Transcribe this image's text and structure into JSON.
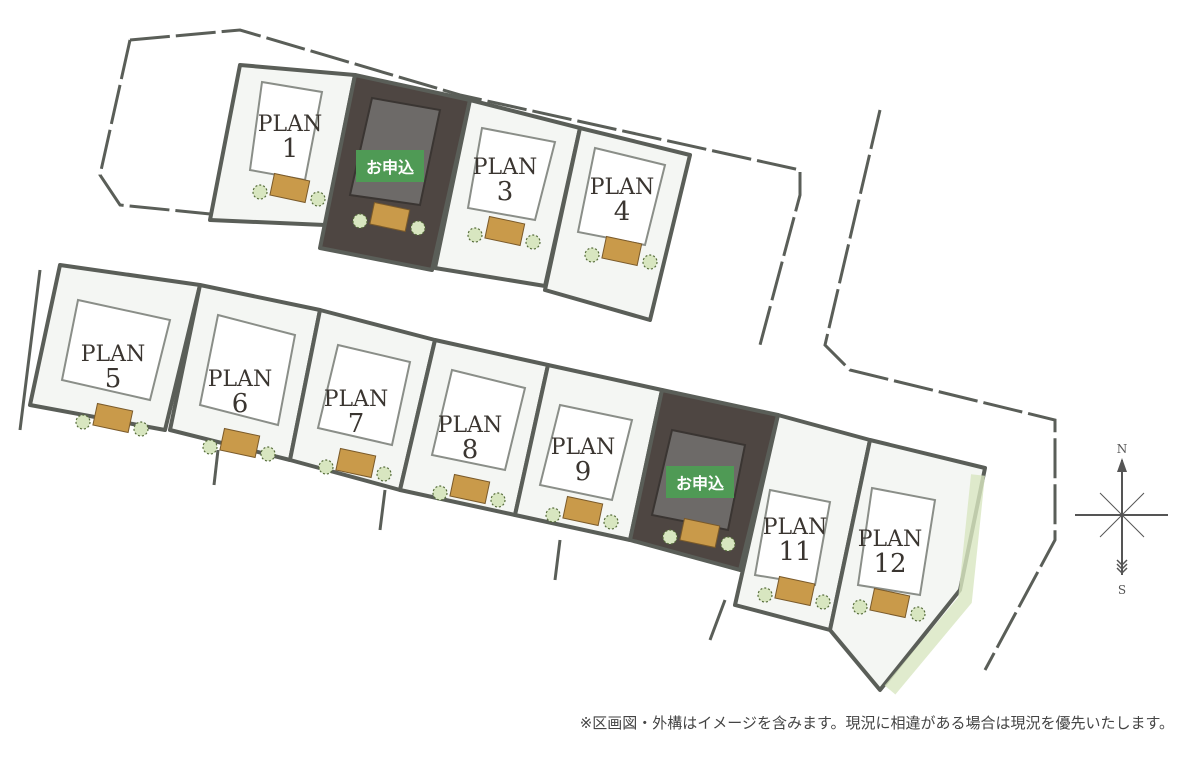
{
  "map": {
    "lots": [
      {
        "plan": "PLAN",
        "number": "1",
        "status": ""
      },
      {
        "plan": "",
        "number": "",
        "status": "お申込"
      },
      {
        "plan": "PLAN",
        "number": "3",
        "status": ""
      },
      {
        "plan": "PLAN",
        "number": "4",
        "status": ""
      },
      {
        "plan": "PLAN",
        "number": "5",
        "status": ""
      },
      {
        "plan": "PLAN",
        "number": "6",
        "status": ""
      },
      {
        "plan": "PLAN",
        "number": "7",
        "status": ""
      },
      {
        "plan": "PLAN",
        "number": "8",
        "status": ""
      },
      {
        "plan": "PLAN",
        "number": "9",
        "status": ""
      },
      {
        "plan": "",
        "number": "",
        "status": "お申込"
      },
      {
        "plan": "PLAN",
        "number": "11",
        "status": ""
      },
      {
        "plan": "PLAN",
        "number": "12",
        "status": ""
      }
    ],
    "compass": {
      "north": "N",
      "south": "S"
    },
    "note": "※区画図・外構はイメージを含みます。現況に相違がある場合は現況を優先いたします。",
    "colors": {
      "lot": "#f4f6f3",
      "lot_applied": "#4e4642",
      "building": "#ffffff",
      "green": "#d8e6c0",
      "deck": "#c99a4a",
      "status_badge": "#4f9a55",
      "line": "#5a5e58"
    }
  }
}
